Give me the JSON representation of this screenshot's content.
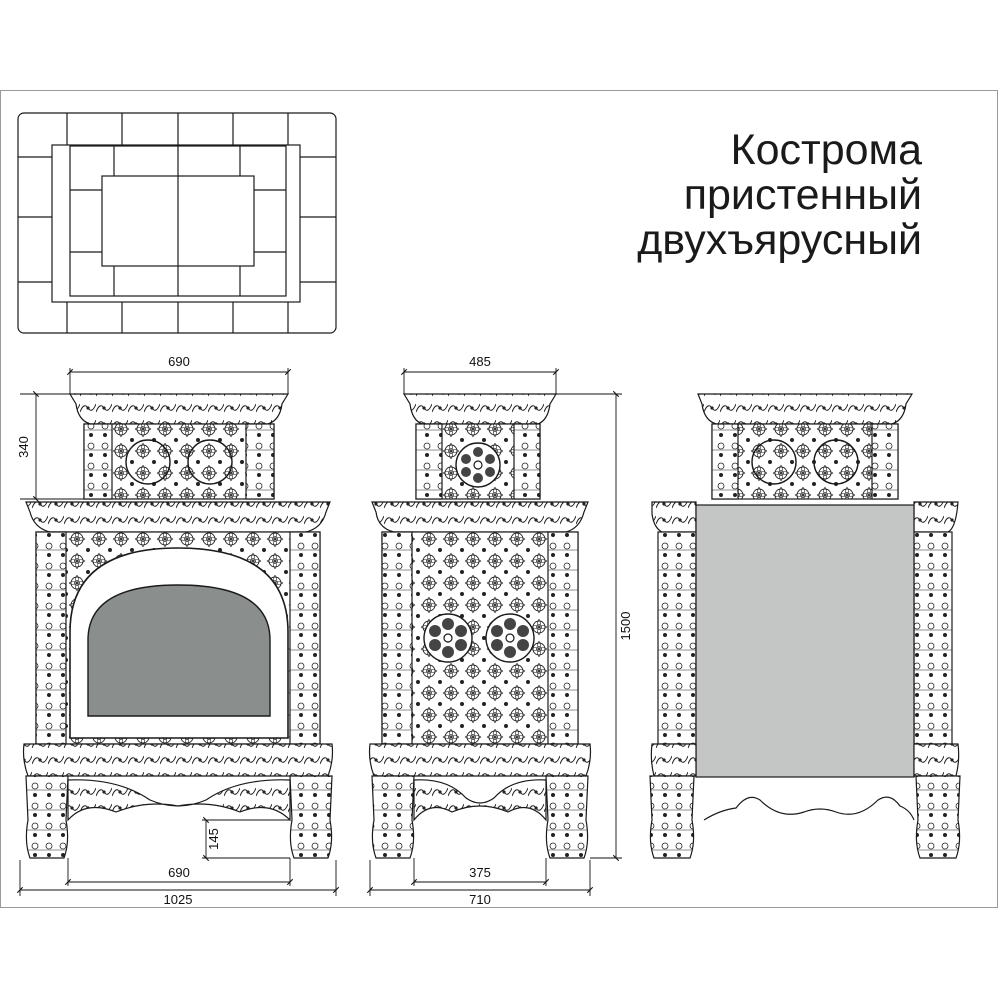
{
  "title": {
    "line1": "Кострома",
    "line2": "пристенный",
    "line3": "двухъярусный"
  },
  "dimensions": {
    "front_top_width": "690",
    "front_top_height": "340",
    "front_leg_height": "145",
    "front_inner_width": "690",
    "front_total_width": "1025",
    "side_top_width": "485",
    "side_total_height": "1500",
    "side_inner_width": "375",
    "side_total_width": "710"
  },
  "colors": {
    "line": "#1a1a1a",
    "glass": "#8a8f8d",
    "back_panel": "#c4c6c5",
    "frame": "#9a9a9a"
  },
  "views": [
    "plan-view",
    "front-view",
    "side-view",
    "back-view"
  ]
}
